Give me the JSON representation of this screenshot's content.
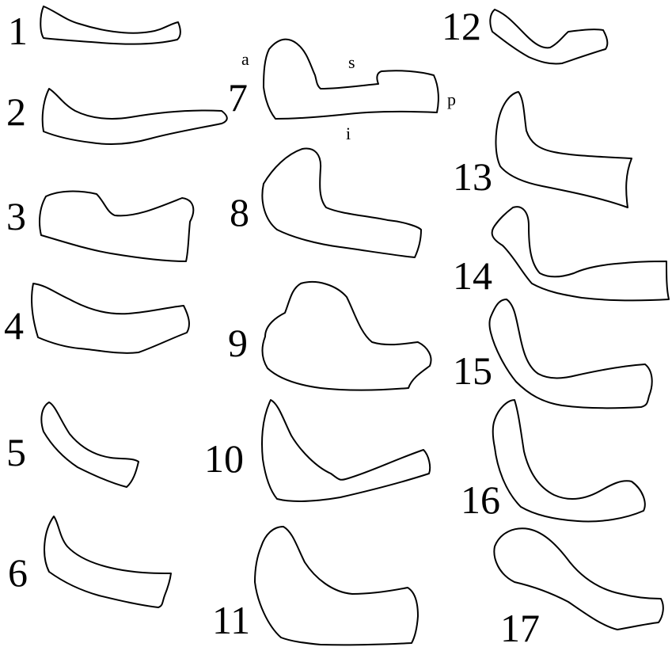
{
  "figure": {
    "stroke_color": "#000000",
    "background": "#ffffff",
    "specimens": [
      {
        "label": "1"
      },
      {
        "label": "2"
      },
      {
        "label": "3"
      },
      {
        "label": "4"
      },
      {
        "label": "5"
      },
      {
        "label": "6"
      },
      {
        "label": "7"
      },
      {
        "label": "8"
      },
      {
        "label": "9"
      },
      {
        "label": "10"
      },
      {
        "label": "11"
      },
      {
        "label": "12"
      },
      {
        "label": "13"
      },
      {
        "label": "14"
      },
      {
        "label": "15"
      },
      {
        "label": "16"
      },
      {
        "label": "17"
      }
    ],
    "orientation_labels": {
      "anterior": "a",
      "superior": "s",
      "posterior": "p",
      "inferior": "i"
    }
  }
}
